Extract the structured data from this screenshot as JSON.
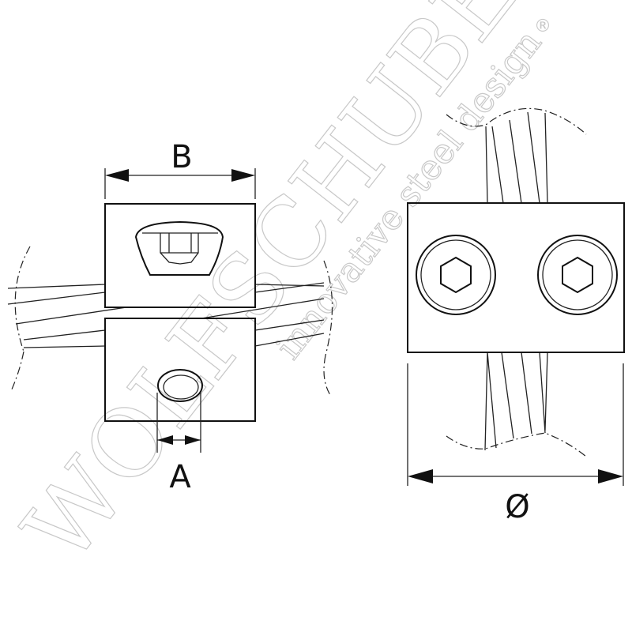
{
  "labels": {
    "b": "B",
    "a": "A",
    "diameter": "Ø"
  },
  "watermark": {
    "brand": "WOLFSCHUBER",
    "tagline": "innovative steel design",
    "registered": "®"
  },
  "colors": {
    "line": "#111111",
    "watermark": "#c8c8c8"
  }
}
